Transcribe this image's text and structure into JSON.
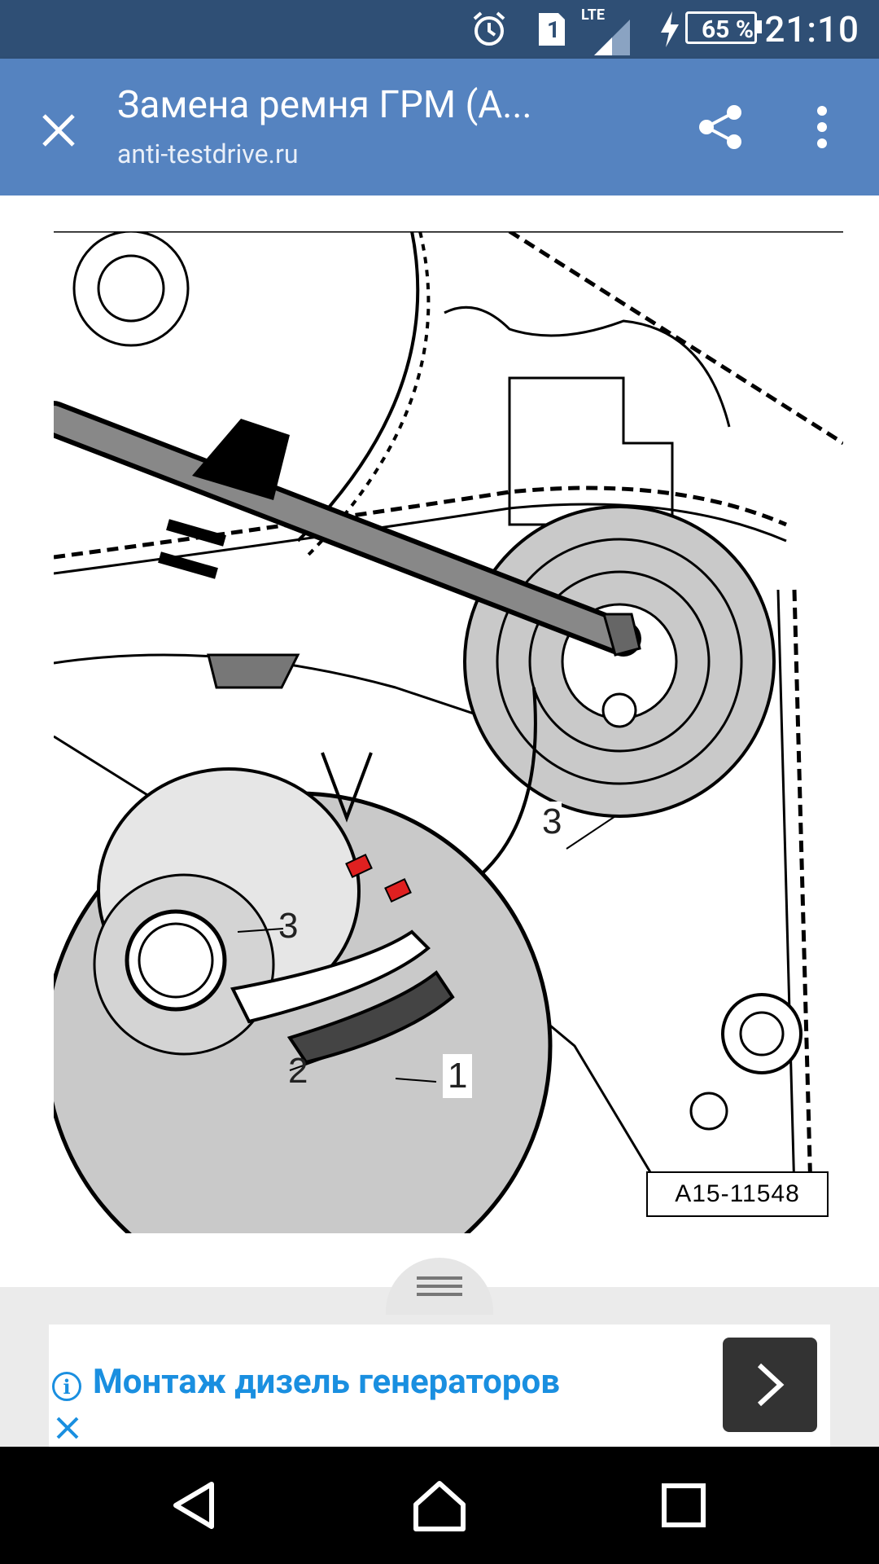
{
  "status_bar": {
    "network": "LTE",
    "sim": "1",
    "battery": "65 %",
    "time": "21:10"
  },
  "app_bar": {
    "title": "Замена ремня ГРМ (А...",
    "url": "anti-testdrive.ru"
  },
  "figure": {
    "code": "A15-11548",
    "labels": [
      "3",
      "3",
      "2",
      "1"
    ]
  },
  "ad": {
    "text": "Монтаж дизель генераторов"
  },
  "icons": {
    "close": "close-icon",
    "share": "share-icon",
    "menu": "more-vert-icon",
    "alarm": "alarm-icon",
    "signal": "signal-icon",
    "charging": "charging-icon",
    "back": "back-icon",
    "home": "home-icon",
    "recents": "recents-icon"
  },
  "colors": {
    "status_bar": "#2f4f75",
    "app_bar": "#5583c0",
    "ad_text": "#1a8fe0",
    "highlight": "#e02020"
  }
}
